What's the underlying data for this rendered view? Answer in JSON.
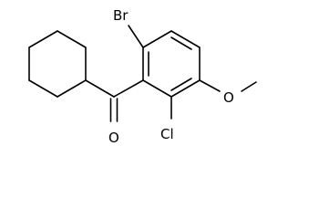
{
  "molecule": {
    "atoms": {
      "br": "Br",
      "cl": "Cl",
      "o_ether": "O",
      "o_carbonyl": "O"
    },
    "colors": {
      "bond": "#000000",
      "label": "#000000",
      "background": "#ffffff"
    }
  }
}
